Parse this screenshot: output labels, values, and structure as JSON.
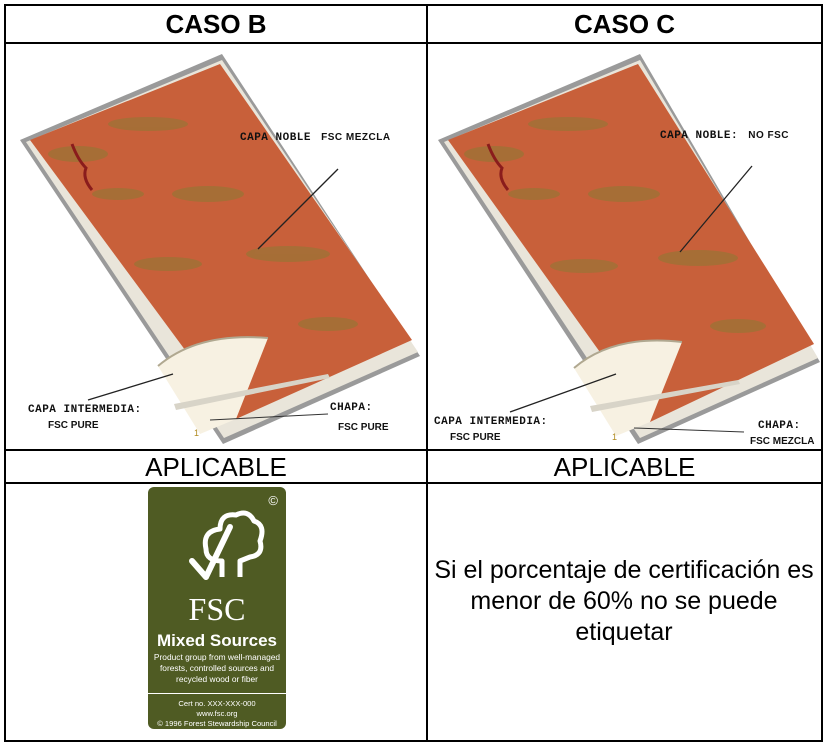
{
  "headers": {
    "left": "CASO B",
    "right": "CASO C"
  },
  "caso_b": {
    "label_noble": "CAPA NOBLE",
    "label_noble_suffix": "FSC MEZCLA",
    "label_intermedia": "CAPA INTERMEDIA:",
    "label_intermedia_sub": "FSC PURE",
    "label_chapa": "CHAPA:",
    "label_chapa_sub": "FSC PURE"
  },
  "caso_c": {
    "label_noble": "CAPA NOBLE:",
    "label_noble_suffix": "NO FSC",
    "label_intermedia": "CAPA INTERMEDIA:",
    "label_intermedia_sub": "FSC PURE",
    "label_chapa": "CHAPA:",
    "label_chapa_sub": "FSC MEZCLA"
  },
  "status": {
    "left": "APLICABLE",
    "right": "APLICABLE"
  },
  "fsc_label": {
    "name": "FSC",
    "category": "Mixed Sources",
    "description": [
      "Product group from well-managed",
      "forests, controlled sources and",
      "recycled wood or fiber"
    ],
    "cert_lines": [
      "Cert no. XXX-XXX-000",
      "www.fsc.org",
      "© 1996 Forest Stewardship Council"
    ],
    "copyright_mark": "©",
    "colors": {
      "background": "#4f5b23",
      "text": "#ffffff"
    }
  },
  "note_text": "Si el porcentaje de certificación es menor de 60% no se puede etiquetar",
  "colors": {
    "veneer": "#c8603a",
    "core": "#f7f1e2",
    "edge": "#9a9a9a"
  }
}
